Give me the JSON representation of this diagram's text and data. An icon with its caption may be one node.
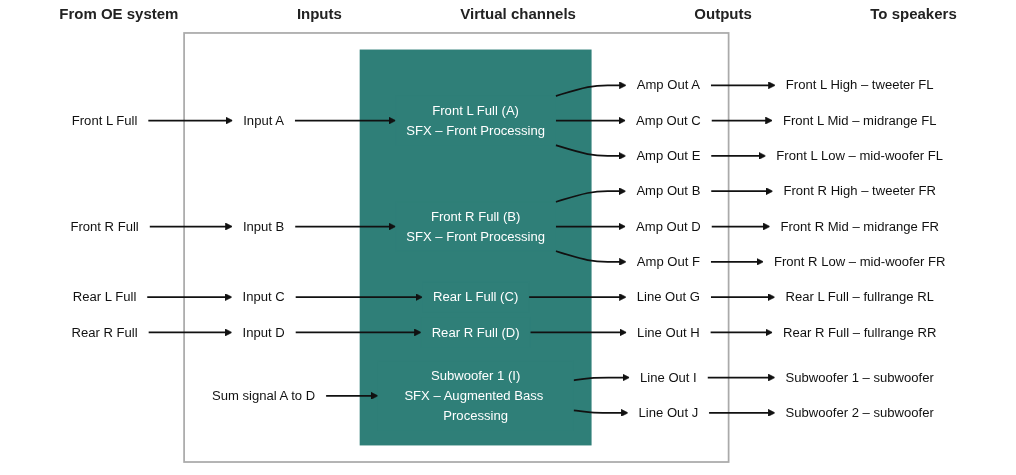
{
  "diagram": {
    "nodes": [
      {
        "text": [
          "Front L Full"
        ]
      },
      {
        "text": [
          "Front R Full"
        ]
      },
      {
        "text": [
          "Rear L Full"
        ]
      },
      {
        "text": [
          "Rear R Full"
        ]
      },
      {
        "text": [],
        "shape": "box"
      },
      {
        "text": [
          "Input A"
        ],
        "in": 4
      },
      {
        "text": [
          "Input B"
        ],
        "in": 4
      },
      {
        "text": [
          "Input C"
        ],
        "in": 4
      },
      {
        "text": [
          "Input D"
        ],
        "in": 4
      },
      {
        "text": [
          "Sum signal A to D"
        ],
        "in": 4
      },
      {
        "text": [],
        "shape": "box",
        "in": 4
      },
      {
        "text": [
          "Front L Full (A)",
          "SFX – Front Processing"
        ],
        "in": 10
      },
      {
        "text": [
          "Front R Full (B)",
          "SFX – Front Processing"
        ],
        "in": 10
      },
      {
        "text": [
          "Rear L Full (C)"
        ],
        "in": 10
      },
      {
        "text": [
          "Rear R Full (D)"
        ],
        "in": 10
      },
      {
        "text": [
          "Subwoofer 1 (I)",
          "SFX – Augmented Bass Processing"
        ],
        "in": 10
      },
      {
        "text": [
          "Amp Out A"
        ],
        "in": 4
      },
      {
        "text": [
          "Amp Out C"
        ],
        "in": 4
      },
      {
        "text": [
          "Amp Out E"
        ],
        "in": 4
      },
      {
        "text": [
          "Amp Out B"
        ],
        "in": 4
      },
      {
        "text": [
          "Amp Out D"
        ],
        "in": 4
      },
      {
        "text": [
          "Amp Out F"
        ],
        "in": 4
      },
      {
        "text": [
          "Line Out G"
        ],
        "in": 4
      },
      {
        "text": [
          "Line Out H"
        ],
        "in": 4
      },
      {
        "text": [
          "Line Out I"
        ],
        "in": 4
      },
      {
        "text": [
          "Line Out J"
        ],
        "in": 4
      },
      {
        "text": [
          "Front L High – tweeter FL"
        ]
      },
      {
        "text": [
          "Front L Mid – midrange FL"
        ]
      },
      {
        "text": [
          "Front L Low – mid-woofer FL"
        ]
      },
      {
        "text": [
          "Front R High – tweeter FR"
        ]
      },
      {
        "text": [
          "Front R Mid – midrange FR"
        ]
      },
      {
        "text": [
          "Front R Low – mid-woofer FR"
        ]
      },
      {
        "text": [
          "Rear L Full – fullrange RL"
        ]
      },
      {
        "text": [
          "Rear R Full – fullrange RR"
        ]
      },
      {
        "text": [
          "Subwoofer 1 – subwoofer"
        ]
      },
      {
        "text": [
          "Subwoofer 2 – subwoofer"
        ]
      }
    ],
    "edges": [
      {
        "from": 0,
        "to": 5,
        "arrow": "to"
      },
      {
        "from": 1,
        "to": 6,
        "arrow": "to"
      },
      {
        "from": 2,
        "to": 7,
        "arrow": "to"
      },
      {
        "from": 3,
        "to": 8,
        "arrow": "to"
      },
      {
        "from": 5,
        "to": 11,
        "arrow": "to"
      },
      {
        "from": 6,
        "to": 12,
        "arrow": "to"
      },
      {
        "from": 7,
        "to": 13,
        "arrow": "to"
      },
      {
        "from": 8,
        "to": 14,
        "arrow": "to"
      },
      {
        "from": 9,
        "to": 15,
        "arrow": "to"
      },
      {
        "from": 11,
        "to": 16,
        "arrow": "to"
      },
      {
        "from": 11,
        "to": 17,
        "arrow": "to"
      },
      {
        "from": 11,
        "to": 18,
        "arrow": "to"
      },
      {
        "from": 12,
        "to": 19,
        "arrow": "to"
      },
      {
        "from": 12,
        "to": 20,
        "arrow": "to"
      },
      {
        "from": 12,
        "to": 21,
        "arrow": "to"
      },
      {
        "from": 13,
        "to": 22,
        "arrow": "to"
      },
      {
        "from": 14,
        "to": 23,
        "arrow": "to"
      },
      {
        "from": 15,
        "to": 24,
        "arrow": "to"
      },
      {
        "from": 15,
        "to": 25,
        "arrow": "to"
      },
      {
        "from": 16,
        "to": 26,
        "arrow": "to"
      },
      {
        "from": 17,
        "to": 27,
        "arrow": "to"
      },
      {
        "from": 18,
        "to": 28,
        "arrow": "to"
      },
      {
        "from": 19,
        "to": 29,
        "arrow": "to"
      },
      {
        "from": 20,
        "to": 30,
        "arrow": "to"
      },
      {
        "from": 21,
        "to": 31,
        "arrow": "to"
      },
      {
        "from": 22,
        "to": 32,
        "arrow": "to"
      },
      {
        "from": 23,
        "to": 33,
        "arrow": "to"
      },
      {
        "from": 24,
        "to": 34,
        "arrow": "to"
      },
      {
        "from": 25,
        "to": 35,
        "arrow": "to"
      }
    ],
    "labels": [
      "From OE system",
      "Inputs",
      "Virtual channels",
      "Outputs",
      "To speakers"
    ]
  }
}
